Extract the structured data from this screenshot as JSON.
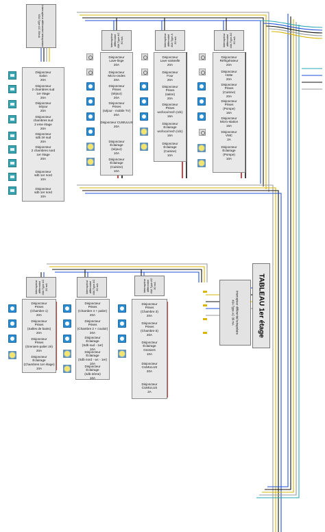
{
  "top_left": {
    "main_idiff": [
      "Interrupteur différentiel tetrapolaire",
      "63A Type AC 30mA"
    ],
    "breakers": [
      [
        "Disjoncteur",
        "Salon",
        "20A"
      ],
      [
        "Disjoncteur",
        "2 chambres sud",
        "1er étage",
        "20A"
      ],
      [
        "Disjoncteur",
        "Séjour",
        "20A"
      ],
      [
        "Disjoncteur",
        "chambres sud",
        "2 eme étage",
        "20A"
      ],
      [
        "Disjoncteur",
        "sdb 2è sud",
        "20A"
      ],
      [
        "Disjoncteur",
        "2 chambres nord",
        "1er étage",
        "20A"
      ],
      [
        "Disjoncteur",
        "sdb 1er nord",
        "10A"
      ],
      [
        "Disjoncteur",
        "sdb 1er nord",
        "10A"
      ]
    ]
  },
  "group_a": {
    "idiff": [
      "Interrupteur",
      "différentiel",
      "40A Type AC",
      "30 mA"
    ],
    "breakers": [
      [
        "Disjoncteur",
        "Lave-linge",
        "20A"
      ],
      [
        "Disjoncteur",
        "Micro-ondes",
        "20A"
      ],
      [
        "Disjoncteur",
        "Prises",
        "(séjour)",
        "20A"
      ],
      [
        "Disjoncteur",
        "Prises",
        "(séjour - mobile TV)",
        "20A"
      ],
      [
        "Disjoncteur CUMULUS",
        "20A"
      ],
      [
        "Disjoncteur",
        "Éclairage",
        "(séjour)",
        "10A"
      ],
      [
        "Disjoncteur",
        "Éclairage",
        "(Cuisine)",
        "10A"
      ]
    ]
  },
  "group_b": {
    "idiff": [
      "Interrupteur",
      "différentiel",
      "40A Type A",
      "30 mA"
    ],
    "breakers": [
      [
        "Disjoncteur",
        "Lave vaisselle",
        "20A"
      ],
      [
        "Disjoncteur",
        "Four",
        "20A"
      ],
      [
        "Disjoncteur",
        "Prises",
        "(salon)",
        "20A"
      ],
      [
        "Disjoncteur",
        "Prises",
        "wc/local tech (rdc)",
        "16A"
      ],
      [
        "Disjoncteur",
        "Éclairage",
        "wc/local tech (rdc)",
        "16A"
      ],
      [
        "Disjoncteur",
        "Éclairage",
        "(Cuisine)",
        "10A"
      ]
    ]
  },
  "group_c": {
    "idiff": [
      "Interrupteur",
      "différentiel",
      "40A Type AC",
      "30 mA"
    ],
    "breakers": [
      [
        "Disjoncteur",
        "Réfrigérateur",
        "20A"
      ],
      [
        "Disjoncteur",
        "Hotte",
        "20A"
      ],
      [
        "Disjoncteur",
        "Prises",
        "(Cuisine)",
        "20A"
      ],
      [
        "Disjoncteur",
        "Prises",
        "(Pompe)",
        "16A"
      ],
      [
        "Disjoncteur",
        "Micro-station",
        "16A"
      ],
      [
        "Disjoncteur",
        "VMC",
        "2A"
      ],
      [
        "Disjoncteur",
        "Éclairage",
        "(Pompe)",
        "10A"
      ]
    ]
  },
  "group_d": {
    "idiff": [
      "Interrupteur",
      "différentiel",
      "40A Type AC",
      "30 mA"
    ],
    "breakers": [
      [
        "Disjoncteur",
        "Prises",
        "(Chambre 1)",
        "20A"
      ],
      [
        "Disjoncteur",
        "Prises",
        "(Salles de bains)",
        "20A"
      ],
      [
        "Disjoncteur",
        "Prises",
        "(Greniers-palier 2è)",
        "20A"
      ],
      [
        "Disjoncteur",
        "Éclairage",
        "(Chambres 1er étage)",
        "10A"
      ]
    ]
  },
  "group_e": {
    "idiff": [
      "Interrupteur",
      "différentiel",
      "40A Type AC",
      "30 mA"
    ],
    "breakers": [
      [
        "Disjoncteur",
        "Prises",
        "(Chambre 4 + palier)",
        "20A"
      ],
      [
        "Disjoncteur",
        "Prises",
        "(Chambre 2 + couloir)",
        "20A"
      ],
      [
        "Disjoncteur",
        "Éclairage",
        "(Sdb sud - 1er)",
        "10A"
      ],
      [
        "Disjoncteur",
        "Éclairage",
        "(Sdb nord - wc - 1er)",
        "10A"
      ],
      [
        "Disjoncteur",
        "Éclairage",
        "(sdb-2ème)",
        "10A"
      ]
    ]
  },
  "group_f": {
    "idiff": [
      "Interrupteur",
      "différentiel",
      "40A Type AC",
      "30 mA"
    ],
    "breakers": [
      [
        "Disjoncteur",
        "Prises",
        "(Chambre 3)",
        "20A"
      ],
      [
        "Disjoncteur",
        "Prises",
        "(Chambre 5)",
        "20A"
      ],
      [
        "Disjoncteur",
        "Éclairage",
        "Greniers",
        "10A"
      ],
      [
        "Disjoncteur",
        "CUMULUS",
        "20A"
      ],
      [
        "Disjoncteur",
        "CUMULUS",
        "2A"
      ]
    ]
  },
  "tableau": {
    "title": "TABLEAU 1er étage",
    "idiff": [
      "Interrupteur différentiel tetrapolaire",
      "40A Type AC 30 mA"
    ]
  },
  "colors": {
    "blue": "#1e4fd8",
    "black": "#111111",
    "yellow": "#d8b400",
    "teal": "#2aa6b6",
    "gray": "#9a9a9a",
    "green": "#1a9a3a"
  }
}
